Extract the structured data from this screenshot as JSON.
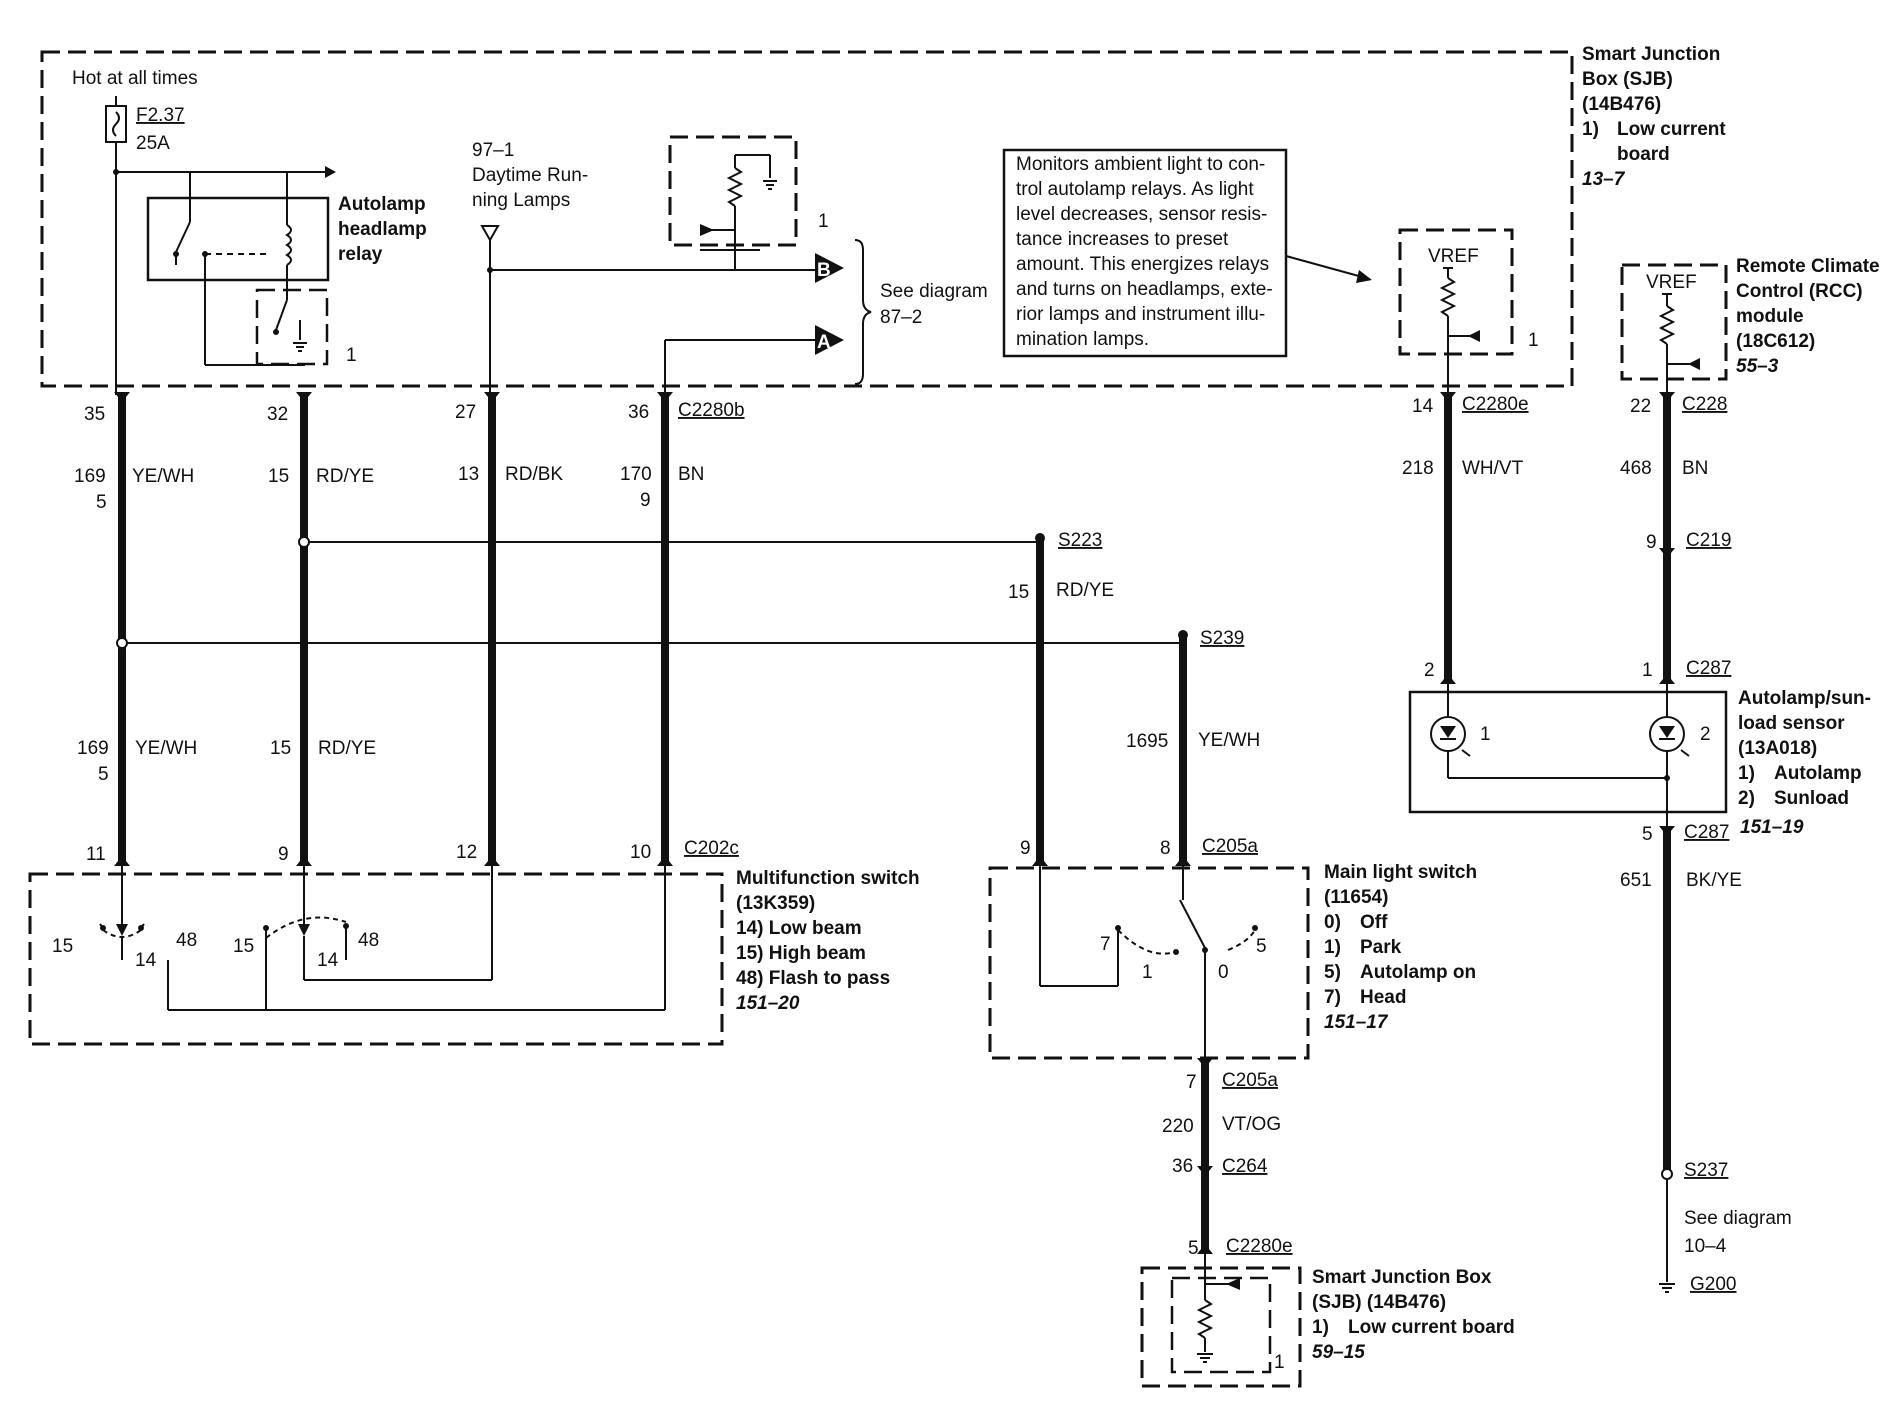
{
  "sjb_top": {
    "hot_label": "Hot at all times",
    "fuse_id": "F2.37",
    "fuse_rating": "25A",
    "relay_label": [
      "Autolamp",
      "headlamp",
      "relay"
    ],
    "relay_pin": "1",
    "drl_ref": "97–1",
    "drl_label": [
      "Daytime Run-",
      "ning Lamps"
    ],
    "circuit_pin": "1",
    "connector_b": "B",
    "connector_a": "A",
    "see_diagram": [
      "See diagram",
      "87–2"
    ],
    "note": [
      "Monitors ambient light to con-",
      "trol autolamp relays. As light",
      "level decreases, sensor resis-",
      "tance increases to preset",
      "amount. This energizes relays",
      "and turns on headlamps, exte-",
      "rior lamps and instrument illu-",
      "mination lamps."
    ],
    "vref_label": "VREF",
    "vref_pin": "1",
    "title": [
      "Smart Junction",
      "Box (SJB)",
      "(14B476)",
      "1)",
      "Low current",
      "board",
      "13–7"
    ]
  },
  "rcc": {
    "vref_label": "VREF",
    "title": [
      "Remote Climate",
      "Control (RCC)",
      "module",
      "(18C612)",
      "55–3"
    ]
  },
  "wires": [
    {
      "pin_top": "35",
      "circuit": "169",
      "circuit_sub": "5",
      "color": "YE/WH",
      "circuit_low": "169",
      "circuit_low_sub": "5",
      "color_low": "YE/WH",
      "pin_bottom": "11"
    },
    {
      "pin_top": "32",
      "circuit": "15",
      "color": "RD/YE",
      "circuit_low": "15",
      "color_low": "RD/YE",
      "pin_bottom": "9"
    },
    {
      "pin_top": "27",
      "circuit": "13",
      "color": "RD/BK",
      "pin_bottom": "12"
    },
    {
      "pin_top": "36",
      "connector": "C2280b",
      "circuit": "170",
      "circuit_sub": "9",
      "color": "BN",
      "pin_bottom": "10",
      "connector_bottom": "C202c"
    }
  ],
  "splices": {
    "s223": "S223",
    "s223_circuit": "15",
    "s223_color": "RD/YE",
    "s239": "S239",
    "s239_circuit": "1695",
    "s239_color": "YE/WH"
  },
  "sensor_wires": {
    "left_pin": "14",
    "left_conn": "C2280e",
    "left_circuit": "218",
    "left_color": "WH/VT",
    "right_pin": "22",
    "right_conn": "C228",
    "right_circuit": "468",
    "right_color": "BN",
    "c219_pin": "9",
    "c219": "C219",
    "sensor_pin_left": "2",
    "sensor_pin_right": "1",
    "sensor_conn": "C287",
    "diode1": "1",
    "diode2": "2",
    "ground_pin": "5",
    "ground_conn": "C287",
    "ground_circuit": "651",
    "ground_color": "BK/YE",
    "splice": "S237",
    "see_diagram": [
      "See diagram",
      "10–4"
    ],
    "ground": "G200"
  },
  "sensor_title": [
    "Autolamp/sun-",
    "load sensor",
    "(13A018)",
    "1)",
    "Autolamp",
    "2)",
    "Sunload",
    "151–19"
  ],
  "multifunction": {
    "title": [
      "Multifunction switch",
      "(13K359)",
      "14) Low beam",
      "15) High beam",
      "48) Flash to pass",
      "151–20"
    ],
    "pos": [
      "15",
      "14",
      "48",
      "15",
      "14",
      "48"
    ]
  },
  "main_switch": {
    "pin_left": "9",
    "pin_right": "8",
    "conn": "C205a",
    "pos": [
      "7",
      "1",
      "0",
      "5"
    ],
    "title": [
      "Main light switch",
      "(11654)",
      "0)",
      "Off",
      "1)",
      "Park",
      "5)",
      "Autolamp on",
      "7)",
      "Head",
      "151–17"
    ],
    "out_pin": "7",
    "out_conn": "C205a",
    "out_circuit": "220",
    "out_color": "VT/OG",
    "c264_pin": "36",
    "c264": "C264",
    "sjb_pin": "5",
    "sjb_conn": "C2280e"
  },
  "sjb_bottom": {
    "title": [
      "Smart Junction Box",
      "(SJB) (14B476)",
      "1)",
      "Low current board",
      "59–15"
    ],
    "pin": "1"
  }
}
